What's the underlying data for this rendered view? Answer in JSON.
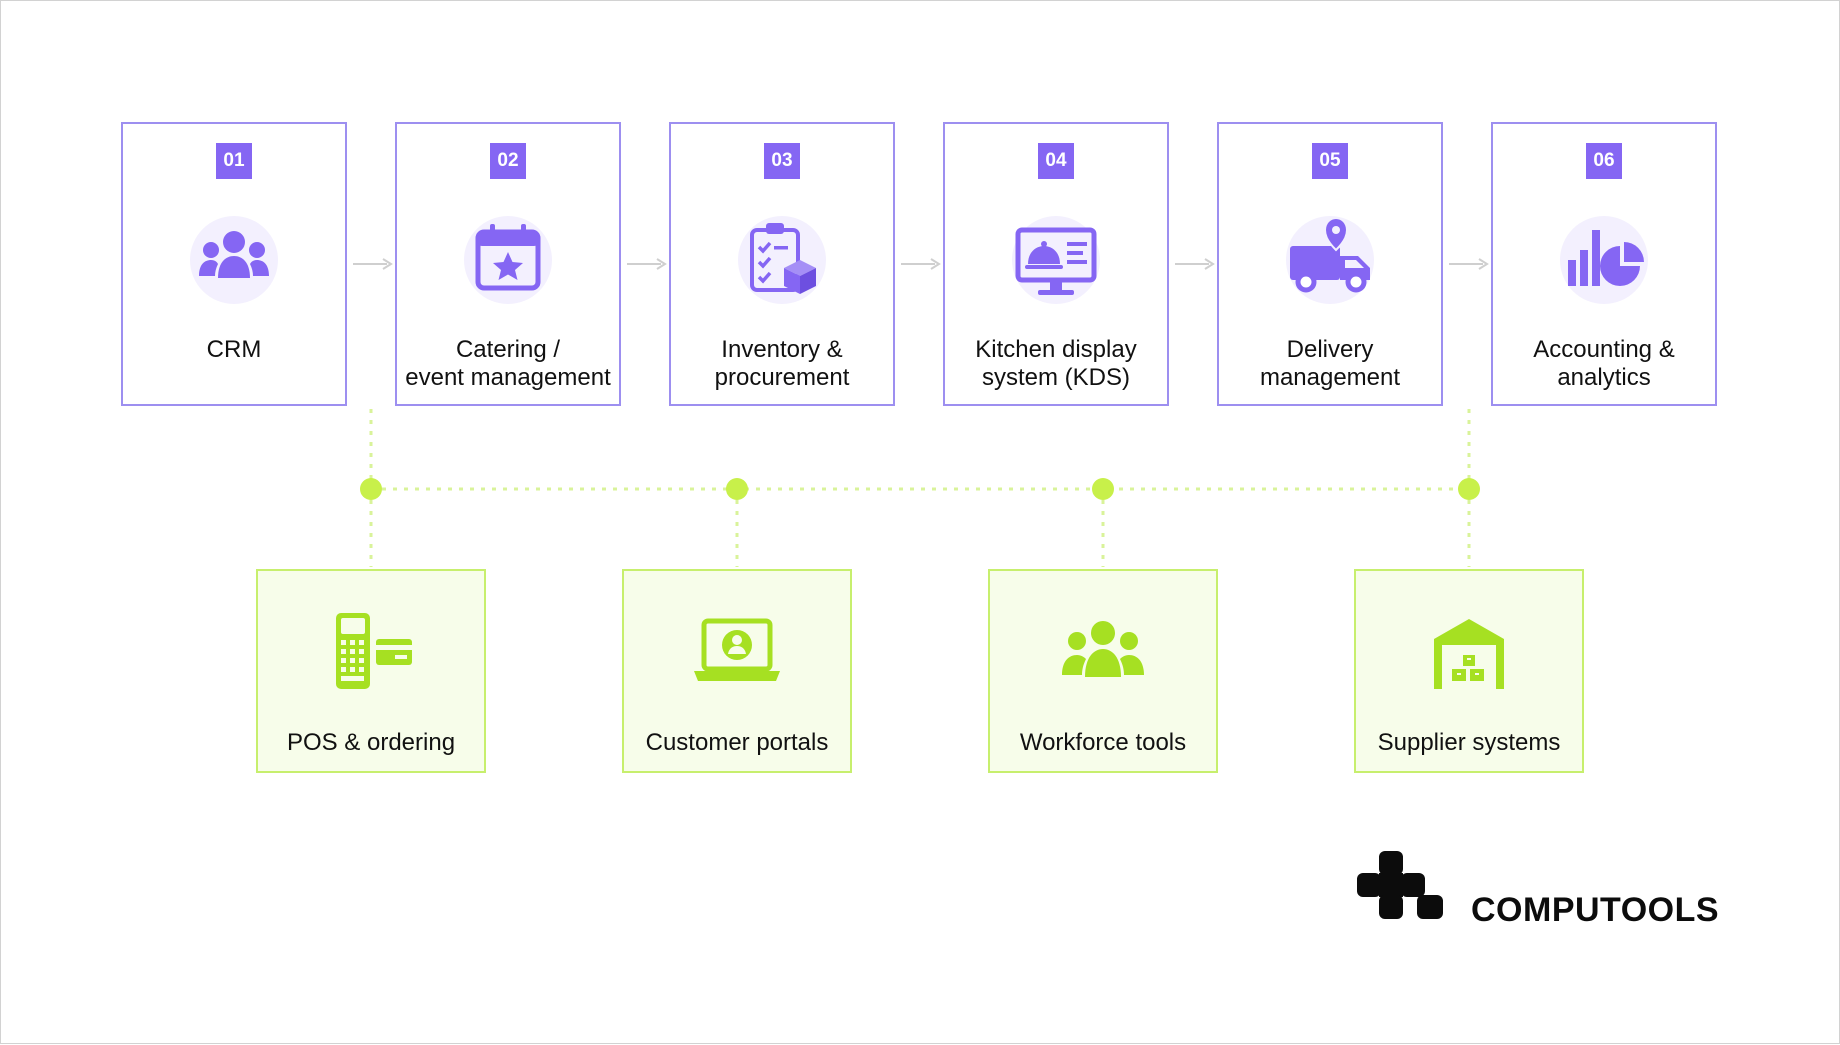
{
  "colors": {
    "accent_purple": "#8566f3",
    "card_border_purple": "#9d8ff0",
    "accent_green": "#a6e022",
    "card_border_green": "#c7ef6d",
    "card_fill_green": "#f7fdea",
    "arrow_gray": "#cfcfcf"
  },
  "steps": [
    {
      "number": "01",
      "label": "CRM",
      "icon": "people-group-icon"
    },
    {
      "number": "02",
      "label": "Catering /\nevent management",
      "icon": "calendar-star-icon"
    },
    {
      "number": "03",
      "label": "Inventory &\nprocurement",
      "icon": "clipboard-box-icon"
    },
    {
      "number": "04",
      "label": "Kitchen display\nsystem (KDS)",
      "icon": "monitor-cloche-icon"
    },
    {
      "number": "05",
      "label": "Delivery\nmanagement",
      "icon": "delivery-truck-pin-icon"
    },
    {
      "number": "06",
      "label": "Accounting &\nanalytics",
      "icon": "bar-pie-chart-icon"
    }
  ],
  "integrations": [
    {
      "label": "POS & ordering",
      "icon": "pos-terminal-card-icon"
    },
    {
      "label": "Customer portals",
      "icon": "laptop-user-icon"
    },
    {
      "label": "Workforce tools",
      "icon": "team-icon"
    },
    {
      "label": "Supplier systems",
      "icon": "warehouse-icon"
    }
  ],
  "brand": {
    "name": "COMPUTOOLS"
  }
}
